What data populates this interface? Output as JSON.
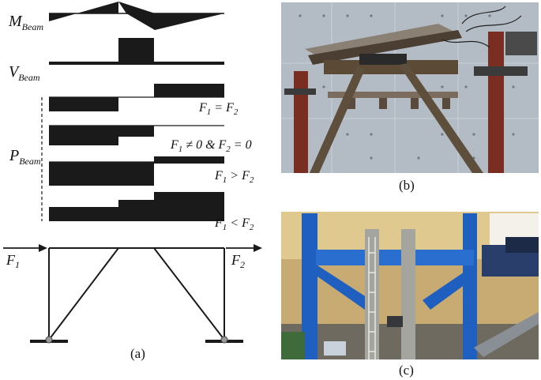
{
  "diagram": {
    "labels": {
      "m_main": "M",
      "m_sub": "Beam",
      "v_main": "V",
      "v_sub": "Beam",
      "p_main": "P",
      "p_sub": "Beam",
      "f1": "F",
      "f1_sub": "1",
      "f2": "F",
      "f2_sub": "2"
    },
    "cases": [
      {
        "a": "F",
        "a_sub": "1",
        "op": " = ",
        "b": "F",
        "b_sub": "2",
        "tail": ""
      },
      {
        "a": "F",
        "a_sub": "1",
        "op": " ≠ 0 & ",
        "b": "F",
        "b_sub": "2",
        "tail": " = 0"
      },
      {
        "a": "F",
        "a_sub": "1",
        "op": " > ",
        "b": "F",
        "b_sub": "2",
        "tail": ""
      },
      {
        "a": "F",
        "a_sub": "1",
        "op": " < ",
        "b": "F",
        "b_sub": "2",
        "tail": ""
      }
    ]
  },
  "captions": {
    "a": "(a)",
    "b": "(b)",
    "c": "(c)"
  },
  "colors": {
    "ink": "#1a1a1a",
    "wall": "#aeb8c2",
    "steel_red": "#7a2e22",
    "frame_blue": "#1f5fbf"
  }
}
